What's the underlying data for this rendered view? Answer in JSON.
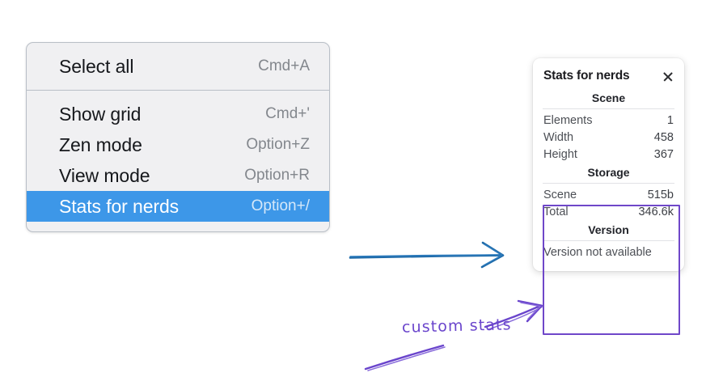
{
  "canvas": {
    "background": "#ffffff",
    "accent_blue": "#3d97e8",
    "accent_purple": "#6f47c9",
    "arrow_blue": "#1f6aa8"
  },
  "context_menu": {
    "name": "canvas-context-menu",
    "groups": [
      {
        "items": [
          {
            "label": "Select all",
            "shortcut": "Cmd+A",
            "selected": false
          }
        ]
      },
      {
        "items": [
          {
            "label": "Show grid",
            "shortcut": "Cmd+'",
            "selected": false
          },
          {
            "label": "Zen mode",
            "shortcut": "Option+Z",
            "selected": false
          },
          {
            "label": "View mode",
            "shortcut": "Option+R",
            "selected": false
          },
          {
            "label": "Stats for nerds",
            "shortcut": "Option+/",
            "selected": true
          }
        ]
      }
    ]
  },
  "stats_panel": {
    "title": "Stats for nerds",
    "close_icon": "close-icon",
    "sections": [
      {
        "title": "Scene",
        "rows": [
          {
            "key": "Elements",
            "value": "1"
          },
          {
            "key": "Width",
            "value": "458"
          },
          {
            "key": "Height",
            "value": "367"
          }
        ]
      },
      {
        "title": "Storage",
        "rows": [
          {
            "key": "Scene",
            "value": "515b"
          },
          {
            "key": "Total",
            "value": "346.6k"
          }
        ]
      },
      {
        "title": "Version",
        "note": "Version not available"
      }
    ]
  },
  "annotations": {
    "custom_stats_label": "custom stats",
    "blue_arrow_name": "menu-to-panel-arrow",
    "purple_arrow_name": "custom-stats-pointer-arrow",
    "purple_underline_name": "custom-stats-underline"
  }
}
